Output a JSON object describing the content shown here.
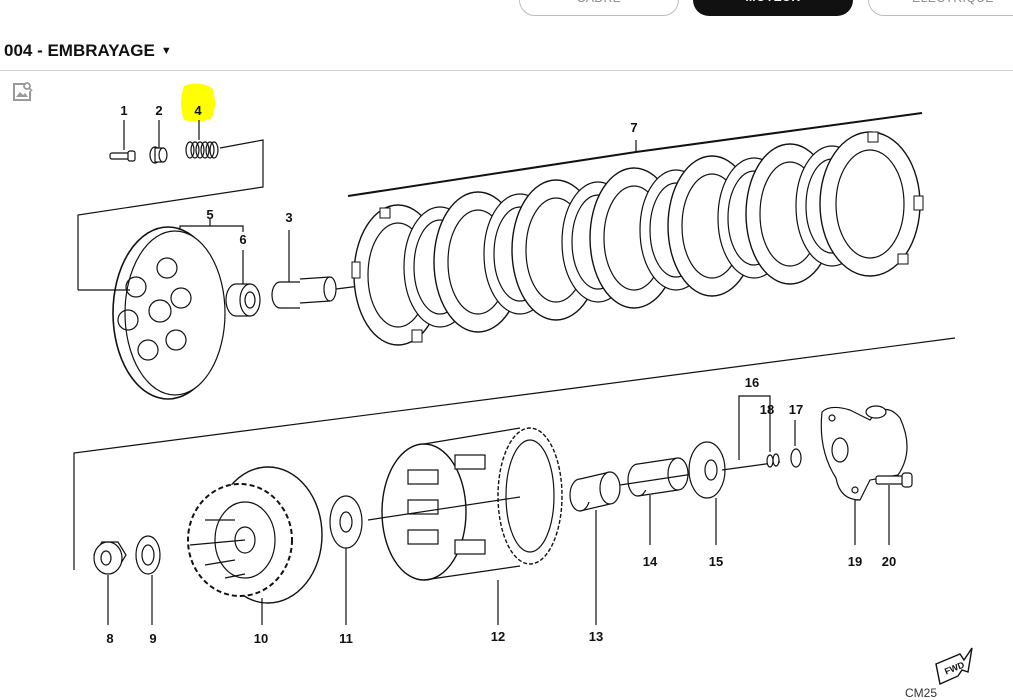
{
  "tabs": [
    {
      "label": "CADRE",
      "active": false
    },
    {
      "label": "MOTEUR",
      "active": true
    },
    {
      "label": "ELECTRIQUE",
      "active": false
    }
  ],
  "header": {
    "title": "004 - EMBRAYAGE"
  },
  "diagram": {
    "highlight_color": "#ffff00",
    "highlighted_part": "4",
    "parts": {
      "p1": "1",
      "p2": "2",
      "p4": "4",
      "p5": "5",
      "p6": "6",
      "p3": "3",
      "p7": "7",
      "p16": "16",
      "p18": "18",
      "p17": "17",
      "p8": "8",
      "p9": "9",
      "p10": "10",
      "p11": "11",
      "p12": "12",
      "p13": "13",
      "p14": "14",
      "p15": "15",
      "p19": "19",
      "p20": "20"
    },
    "fwd_label": "FWD",
    "drawing_code": "CM25"
  }
}
